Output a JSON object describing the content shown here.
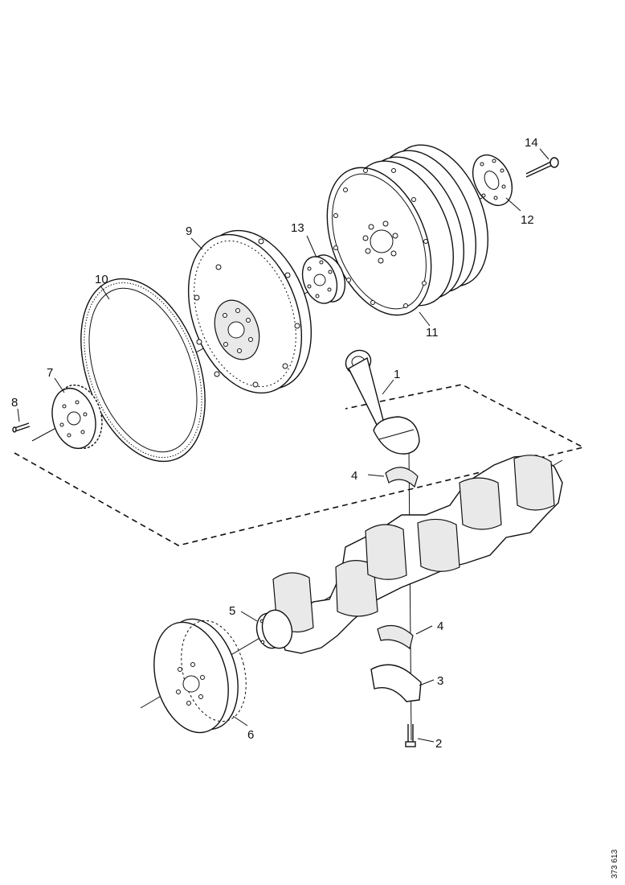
{
  "figure_code": "373 613",
  "callouts": {
    "c1": "1",
    "c2": "2",
    "c3": "3",
    "c4a": "4",
    "c4b": "4",
    "c5": "5",
    "c6": "6",
    "c7": "7",
    "c8": "8",
    "c9": "9",
    "c10": "10",
    "c11": "11",
    "c12": "12",
    "c13": "13",
    "c14": "14"
  }
}
